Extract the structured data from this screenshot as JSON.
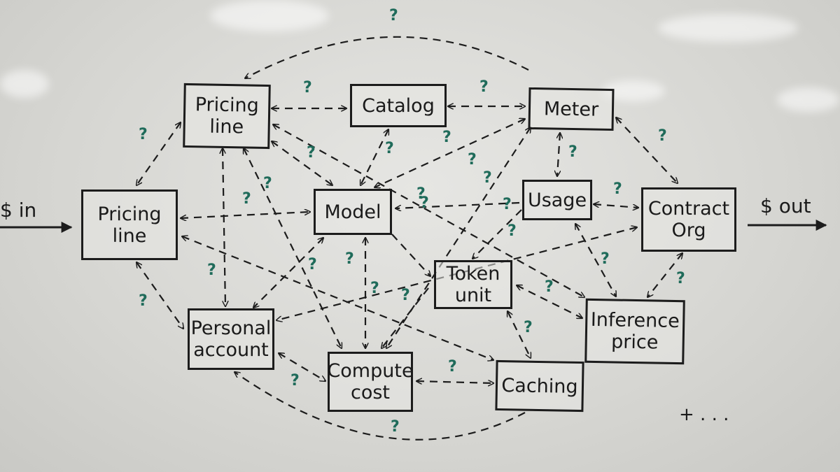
{
  "labels": {
    "money_in": "$ in",
    "money_out": "$ out",
    "more": "+ . . .",
    "question": "?"
  },
  "nodes": {
    "pricing_line_top": "Pricing\nline",
    "catalog": "Catalog",
    "meter": "Meter",
    "pricing_line_left": "Pricing\nline",
    "model": "Model",
    "usage": "Usage",
    "contract_org": "Contract\nOrg",
    "token_unit": "Token\nunit",
    "personal_account": "Personal\naccount",
    "compute_cost": "Compute\ncost",
    "caching": "Caching",
    "inference_price": "Inference\nprice"
  },
  "colors": {
    "ink": "#1c1c1c",
    "question_mark": "#1f6b5a",
    "board": "#dededb"
  }
}
